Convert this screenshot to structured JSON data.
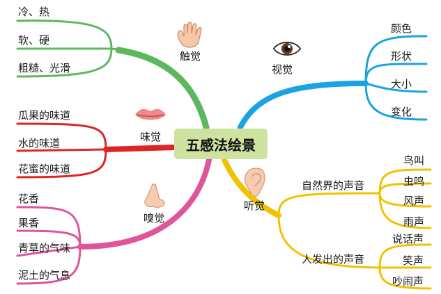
{
  "center": "五感法绘景",
  "branches": {
    "touch": {
      "label": "触觉",
      "icon": "hand-icon",
      "color": "#5cb85c",
      "items": [
        "冷、热",
        "软、硬",
        "粗糙、光滑"
      ]
    },
    "sight": {
      "label": "视觉",
      "icon": "eye-icon",
      "color": "#1aa3e0",
      "items": [
        "颜色",
        "形状",
        "大小",
        "变化"
      ]
    },
    "taste": {
      "label": "味觉",
      "icon": "lips-icon",
      "color": "#e02424",
      "items": [
        "瓜果的味道",
        "水的味道",
        "花蜜的味道"
      ]
    },
    "smell": {
      "label": "嗅觉",
      "icon": "nose-icon",
      "color": "#e0559a",
      "items": [
        "花香",
        "果香",
        "青草的气味",
        "泥土的气息"
      ]
    },
    "hearing": {
      "label": "听觉",
      "icon": "ear-icon",
      "color": "#f2c200",
      "groups": [
        {
          "label": "自然界的声音",
          "items": [
            "鸟叫",
            "虫鸣",
            "风声",
            "雨声"
          ]
        },
        {
          "label": "人发出的声音",
          "items": [
            "说话声",
            "笑声",
            "吵闹声"
          ]
        }
      ]
    }
  }
}
